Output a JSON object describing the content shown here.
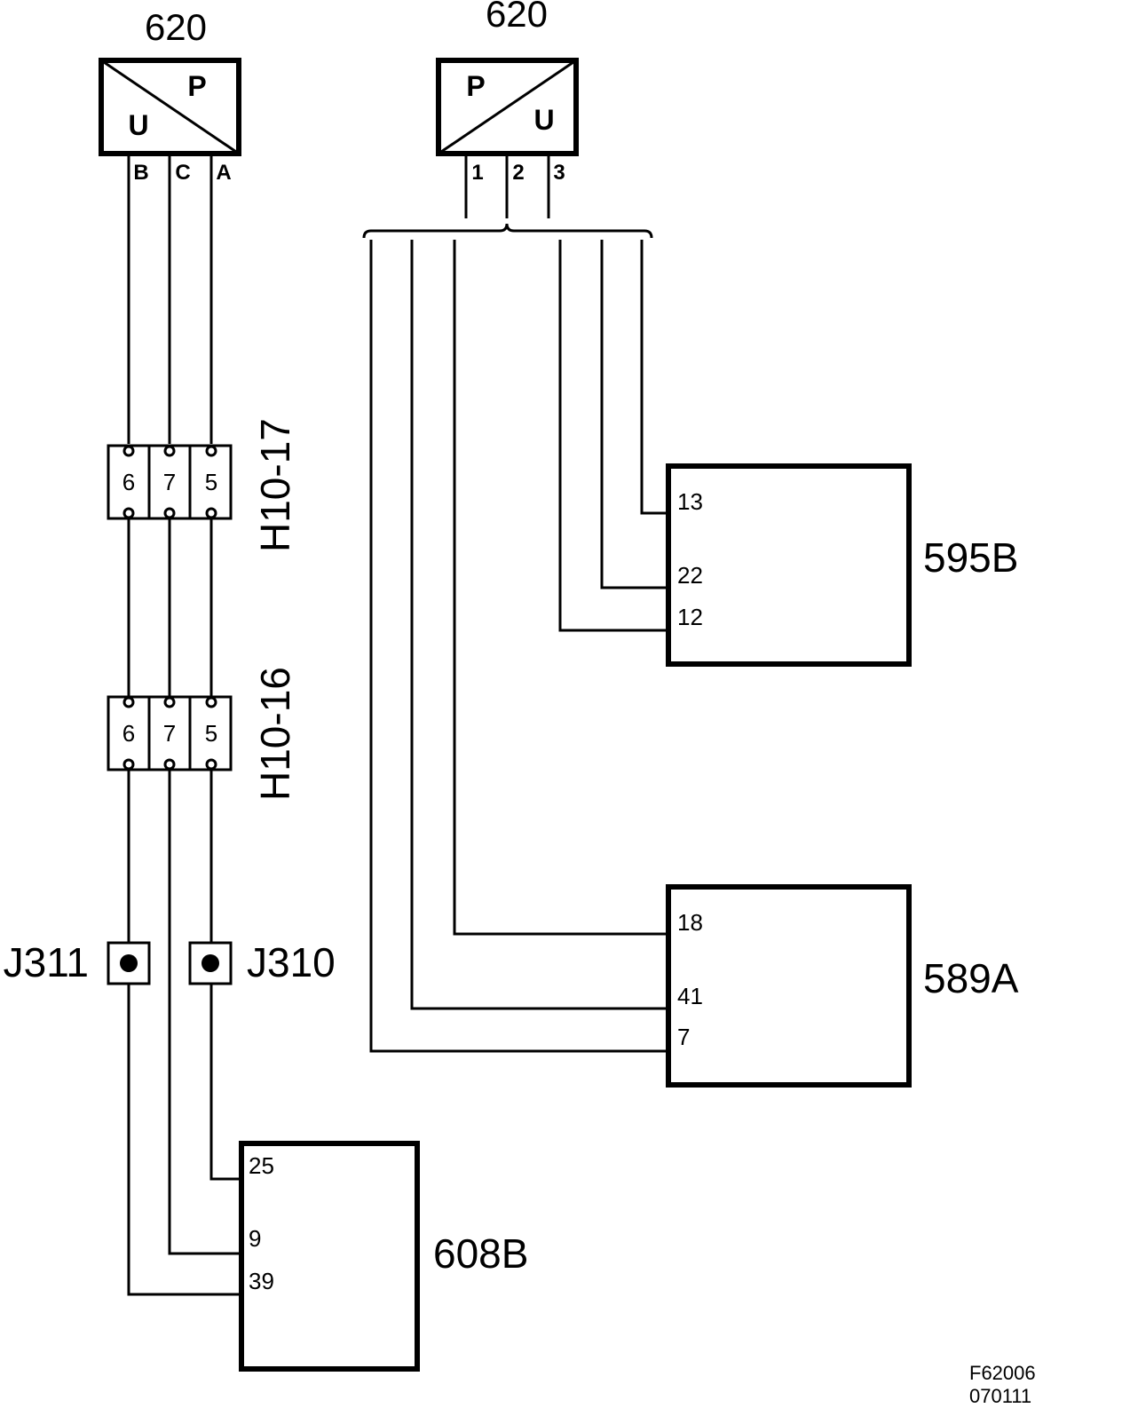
{
  "sensor_left": {
    "label": "620",
    "upper": "P",
    "lower": "U",
    "pins": [
      "B",
      "C",
      "A"
    ]
  },
  "sensor_right": {
    "label": "620",
    "upper": "P",
    "lower": "U",
    "pins": [
      "1",
      "2",
      "3"
    ]
  },
  "connector_h1017": {
    "label": "H10-17",
    "pins": [
      "6",
      "7",
      "5"
    ]
  },
  "connector_h1016": {
    "label": "H10-16",
    "pins": [
      "6",
      "7",
      "5"
    ]
  },
  "splice_j311": {
    "label": "J311"
  },
  "splice_j310": {
    "label": "J310"
  },
  "module_595b": {
    "label": "595B",
    "pins": [
      "13",
      "22",
      "12"
    ]
  },
  "module_589a": {
    "label": "589A",
    "pins": [
      "18",
      "41",
      "7"
    ]
  },
  "module_608b": {
    "label": "608B",
    "pins": [
      "25",
      "9",
      "39"
    ]
  },
  "footer": {
    "code": "F62006",
    "date": "070111"
  }
}
